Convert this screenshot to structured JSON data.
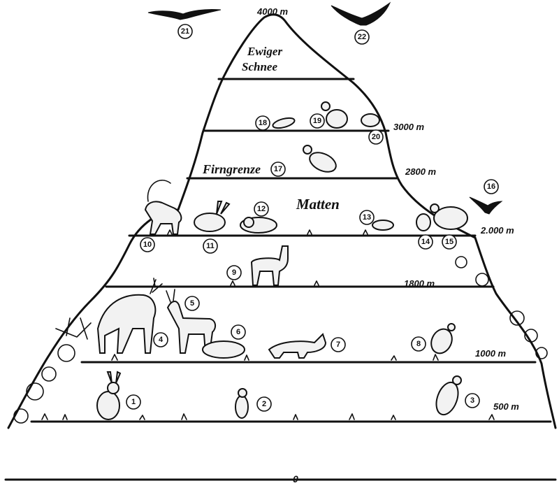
{
  "altitudes": {
    "a4000": "4000 m",
    "a3000": "3000 m",
    "a2800": "2800 m",
    "a2000": "2.000 m",
    "a1800": "1800 m",
    "a1000": "1000 m",
    "a500": "500 m",
    "a0": "0"
  },
  "zones": {
    "snow_line1": "Ewiger",
    "snow_line2": "Schnee",
    "firn": "Firngrenze",
    "meadows": "Matten"
  },
  "markers": {
    "n1": "1",
    "n2": "2",
    "n3": "3",
    "n4": "4",
    "n5": "5",
    "n6": "6",
    "n7": "7",
    "n8": "8",
    "n9": "9",
    "n10": "10",
    "n11": "11",
    "n12": "12",
    "n13": "13",
    "n14": "14",
    "n15": "15",
    "n16": "16",
    "n17": "17",
    "n18": "18",
    "n19": "19",
    "n20": "20",
    "n21": "21",
    "n22": "22"
  }
}
